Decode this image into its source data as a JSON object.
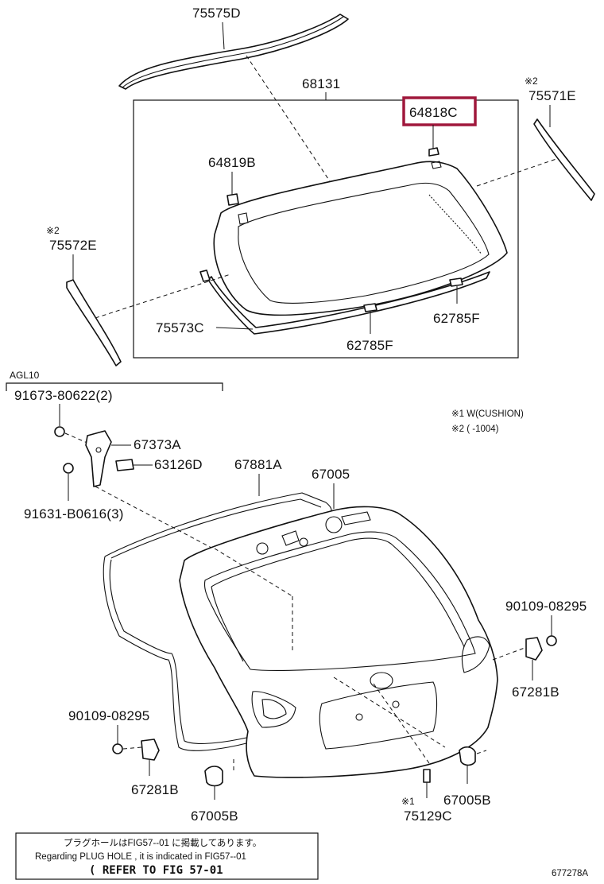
{
  "parts": {
    "p75575D": "75575D",
    "p68131": "68131",
    "p64818C": "64818C",
    "p75571E": "75571E",
    "p75571E_mark": "※2",
    "p64819B": "64819B",
    "p75572E": "75572E",
    "p75572E_mark": "※2",
    "p75573C": "75573C",
    "p62785F_right": "62785F",
    "p62785F_bottom": "62785F",
    "pAGL10": "AGL10",
    "p91673": "91673-80622(2)",
    "p67373A": "67373A",
    "p63126D": "63126D",
    "p91631": "91631-B0616(3)",
    "p67881A": "67881A",
    "p67005": "67005",
    "p90109_right": "90109-08295",
    "p67281B_right": "67281B",
    "p90109_left": "90109-08295",
    "p67281B_left": "67281B",
    "p67005B_left": "67005B",
    "p75129C": "75129C",
    "p75129C_mark": "※1",
    "p67005B_right": "67005B"
  },
  "legend": {
    "line1": "※1 W(CUSHION)",
    "line2": "※2 (      -1004)"
  },
  "footnote": {
    "japanese": "プラグホールはFIG57--01 に掲載してあります。",
    "english": "Regarding PLUG HOLE , it is indicated in FIG57--01",
    "refer": "( REFER TO FIG 57-01"
  },
  "figure_id": "677278A",
  "highlight_color": "#a0183c"
}
